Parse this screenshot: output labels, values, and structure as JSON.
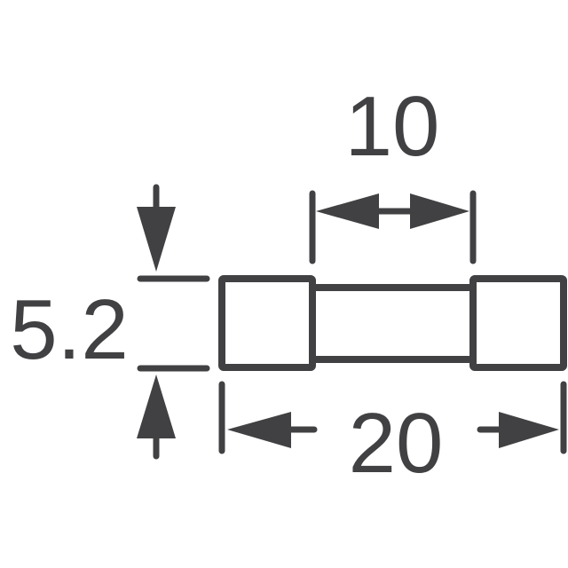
{
  "diagram": {
    "subject": "cartridge-fuse-outline",
    "color": "#414143",
    "dimensions": {
      "cap_length": "10",
      "overall_length": "20",
      "diameter": "5.2"
    }
  }
}
